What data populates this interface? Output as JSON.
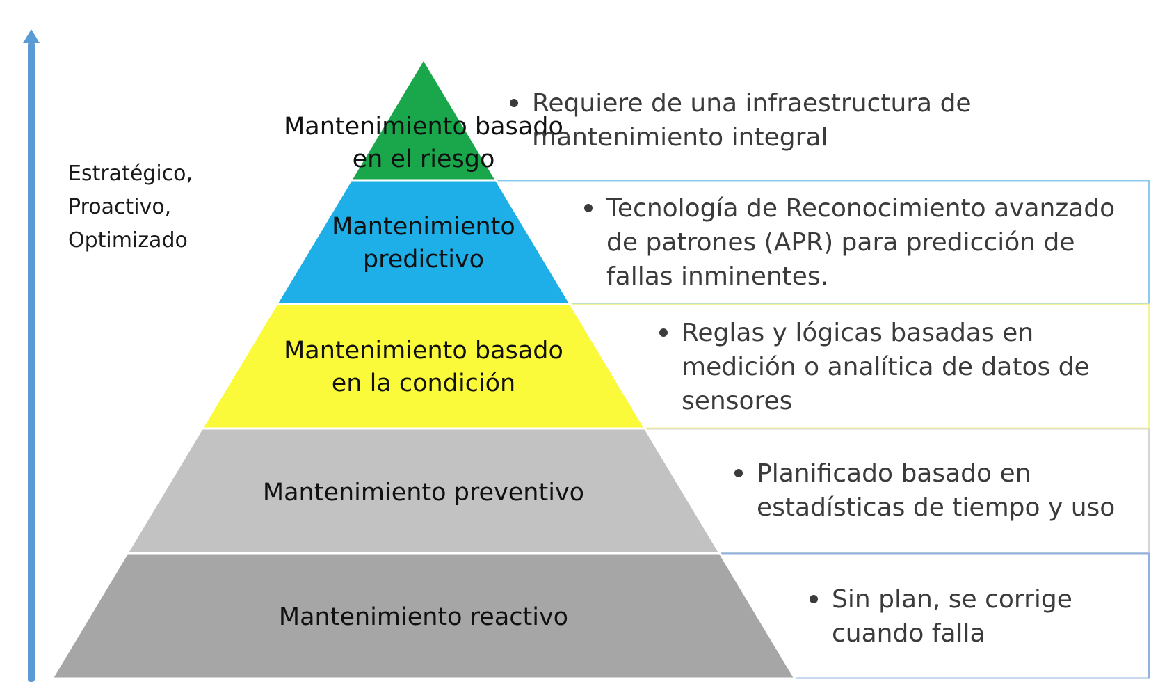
{
  "side_label": {
    "lines": [
      "Estratégico,",
      "Proactivo,",
      "Optimizado"
    ]
  },
  "levels": [
    {
      "id": "riesgo",
      "label_lines": [
        "Mantenimiento basado",
        "en el riesgo"
      ],
      "description_lines": [
        "Requiere de una infraestructura de",
        "mantenimiento integral"
      ],
      "color": "#1aa64a",
      "box_color": ""
    },
    {
      "id": "predictivo",
      "label_lines": [
        "Mantenimiento",
        "predictivo"
      ],
      "description_lines": [
        "Tecnología de Reconocimiento avanzado",
        "de patrones (APR) para predicción de",
        "fallas inminentes."
      ],
      "color": "#1eaee8",
      "box_color": "#8cc9ee"
    },
    {
      "id": "condicion",
      "label_lines": [
        "Mantenimiento basado",
        "en la condición"
      ],
      "description_lines": [
        "Reglas y lógicas basadas en",
        "medición o  analítica de datos de",
        "sensores"
      ],
      "color": "#fafa3a",
      "box_color": "#f3f39a"
    },
    {
      "id": "preventivo",
      "label_lines": [
        "Mantenimiento preventivo"
      ],
      "description_lines": [
        "Planificado basado en",
        "estadísticas de tiempo y uso"
      ],
      "color": "#c2c2c2",
      "box_color": "#d6d6d6"
    },
    {
      "id": "reactivo",
      "label_lines": [
        "Mantenimiento reactivo"
      ],
      "description_lines": [
        "Sin plan, se corrige",
        "cuando falla"
      ],
      "color": "#a6a6a6",
      "box_color": "#8fb2df"
    }
  ],
  "colors": {
    "arrow": "#5b9bd5",
    "separator": "#ffffff",
    "bullet": "#3b3b3b"
  }
}
